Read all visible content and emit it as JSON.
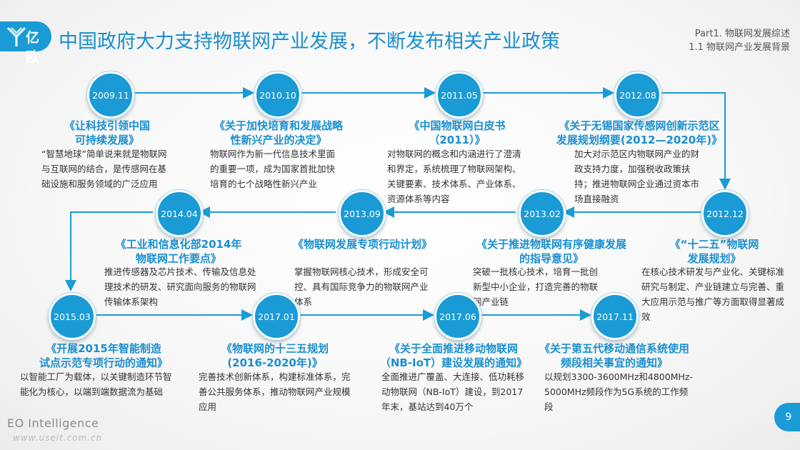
{
  "header": {
    "logo_text": "亿欧",
    "title": "中国政府大力支持物联网产业发展，不断发布相关产业政策",
    "part_line1": "Part1. 物联网发展综述",
    "part_line2": "1.1 物联网产业发展背景"
  },
  "events": [
    {
      "date": "2009.11",
      "title_lines": [
        "《让科技引领中国",
        "可持续发展》"
      ],
      "desc": "“智慧地球”简单说来就是物联网与互联网的结合，是传感网在基础设施和服务领域的广泛应用"
    },
    {
      "date": "2010.10",
      "title_lines": [
        "《关于加快培育和发展战略",
        "性新兴产业的决定》"
      ],
      "desc": "物联网作为新一代信息技术里面的重要一项，成为国家首批加快培育的七个战略性新兴产业"
    },
    {
      "date": "2011.05",
      "title_lines": [
        "《中国物联网白皮书",
        "（2011）》"
      ],
      "desc": "对物联网的概念和内涵进行了澄清和界定，系统梳理了物联网架构、关键要素、技术体系、产业体系、资源体系等内容"
    },
    {
      "date": "2012.08",
      "title_lines": [
        "《关于无锡国家传感网创新示范区",
        "发展规划纲要(2012—2020年)》"
      ],
      "desc": "加大对示范区内物联网产业的财政支持力度，加强税收政策扶持；推进物联网企业通过资本市场直接融资"
    },
    {
      "date": "2012.12",
      "title_lines": [
        "《“十二五”物联网",
        "发展规划》"
      ],
      "desc": "在核心技术研发与产业化、关键标准研究与制定、产业链建立与完善、重大应用示范与推广等方面取得显著成效"
    },
    {
      "date": "2013.02",
      "title_lines": [
        "《关于推进物联网有序健康发展",
        "的指导意见》"
      ],
      "desc": "突破一批核心技术，培育一批创新型中小企业，打造完善的物联网产业链"
    },
    {
      "date": "2013.09",
      "title_lines": [
        "《物联网发展专项行动计划》"
      ],
      "desc": "掌握物联网核心技术，形成安全可控、具有国际竞争力的物联网产业体系"
    },
    {
      "date": "2014.04",
      "title_lines": [
        "《工业和信息化部2014年",
        "物联网工作要点》"
      ],
      "desc": "推进传感器及芯片技术、传输及信息处理技术的研发、研究面向服务的物联网传输体系架构"
    },
    {
      "date": "2015.03",
      "title_lines": [
        "《开展2015年智能制造",
        "试点示范专项行动的通知》"
      ],
      "desc": "以智能工厂为载体，以关键制造环节智能化为核心，以端到端数据流为基础"
    },
    {
      "date": "2017.01",
      "title_lines": [
        "《物联网的十三五规划",
        "(2016-2020年)》"
      ],
      "desc": "完善技术创新体系，构建标准体系，完善公共服务体系，推动物联网产业规模应用"
    },
    {
      "date": "2017.06",
      "title_lines": [
        "《关于全面推进移动物联网",
        "（NB-IoT）建设发展的通知》"
      ],
      "desc": "全面推进广覆盖、大连接、低功耗移动物联网（NB-IoT）建设，到2017年末，基站达到40万个"
    },
    {
      "date": "2017.11",
      "title_lines": [
        "《关于第五代移动通信系统使用",
        "频段相关事宜的通知》"
      ],
      "desc": "以规划3300-3600MHz和4800MHz-5000MHz频段作为5G系统的工作频段"
    }
  ],
  "footer": {
    "brand": "EO Intelligence",
    "url": "www.useit.com.cn",
    "page_number": "9"
  },
  "colors": {
    "accent": "#1a9bd5",
    "title_blue": "#1a8fd0"
  }
}
